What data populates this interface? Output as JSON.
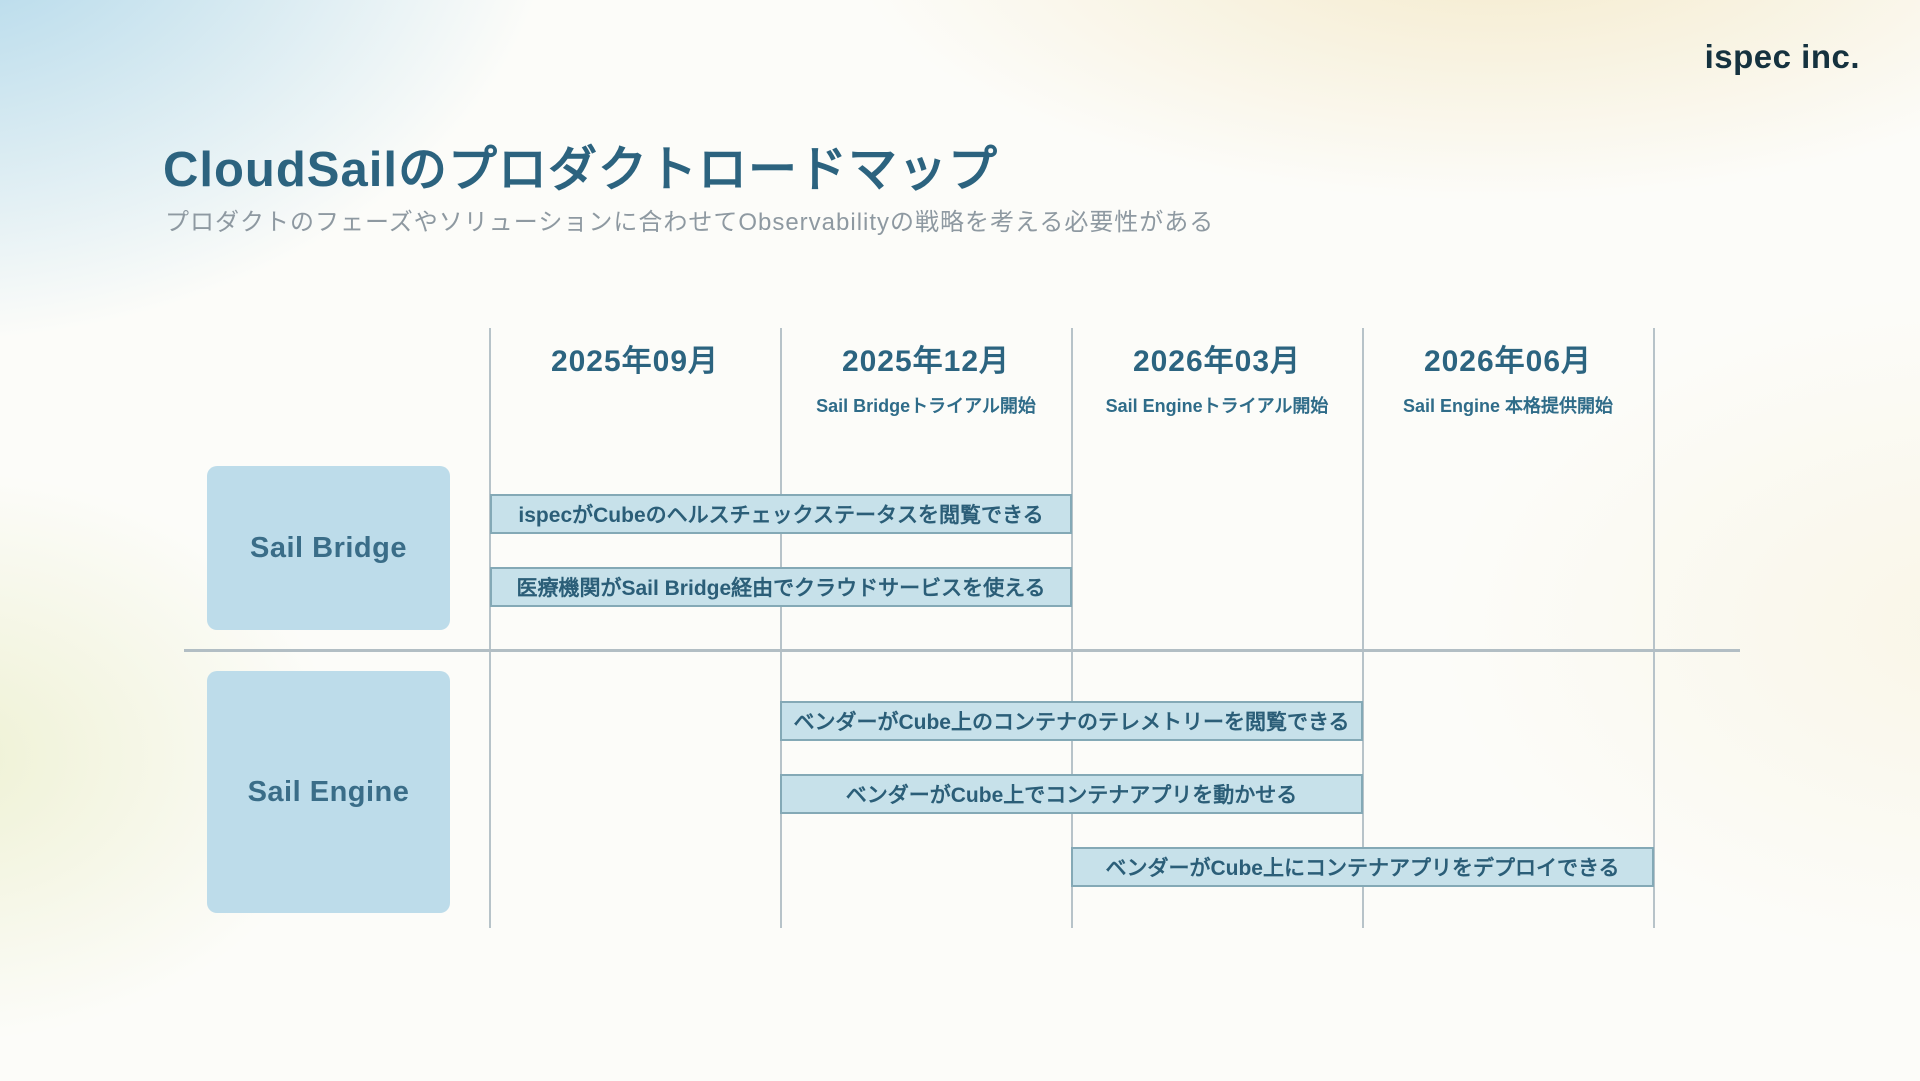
{
  "brand": {
    "logo": "ispec inc."
  },
  "header": {
    "title": "CloudSailのプロダクトロードマップ",
    "subtitle": "プロダクトのフェーズやソリューションに合わせてObservabilityの戦略を考える必要性がある"
  },
  "timeline": {
    "columns": [
      {
        "month": "2025年09月",
        "milestone": ""
      },
      {
        "month": "2025年12月",
        "milestone": "Sail Bridgeトライアル開始"
      },
      {
        "month": "2026年03月",
        "milestone": "Sail Engineトライアル開始"
      },
      {
        "month": "2026年06月",
        "milestone": "Sail Engine 本格提供開始"
      }
    ]
  },
  "rows": [
    {
      "label": "Sail Bridge",
      "bars": [
        {
          "text": "ispecがCubeのヘルスチェックステータスを閲覧できる"
        },
        {
          "text": "医療機関がSail Bridge経由でクラウドサービスを使える"
        }
      ]
    },
    {
      "label": "Sail Engine",
      "bars": [
        {
          "text": "ベンダーがCube上のコンテナのテレメトリーを閲覧できる"
        },
        {
          "text": "ベンダーがCube上でコンテナアプリを動かせる"
        },
        {
          "text": "ベンダーがCube上にコンテナアプリをデプロイできる"
        }
      ]
    }
  ],
  "colors": {
    "title": "#2c637f",
    "subtitle": "#8e99a1",
    "month_label": "#2c6480",
    "milestone_label": "#2f6c89",
    "row_box_fill": "#bddcea",
    "row_box_text": "#3a6d88",
    "bar_fill": "#c7e1ea",
    "bar_border": "#84a9b6",
    "bar_text": "#2b5e78",
    "grid_line": "#b7c3c9",
    "background_blue": "#a7d3e8",
    "background_cream": "#f4e9c8"
  }
}
